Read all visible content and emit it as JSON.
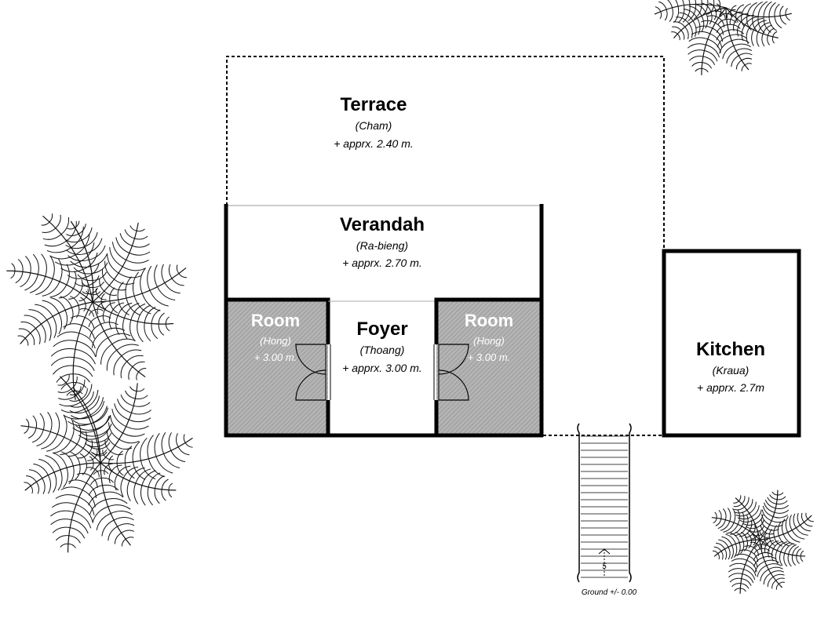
{
  "terrace": {
    "title": "Terrace",
    "local_name": "(Cham)",
    "elevation": "+ apprx. 2.40 m."
  },
  "verandah": {
    "title": "Verandah",
    "local_name": "(Ra-bieng)",
    "elevation": "+ apprx. 2.70 m."
  },
  "room_left": {
    "title": "Room",
    "local_name": "(Hong)",
    "elevation": "+ 3.00 m."
  },
  "foyer": {
    "title": "Foyer",
    "local_name": "(Thoang)",
    "elevation": "+ apprx. 3.00 m."
  },
  "room_right": {
    "title": "Room",
    "local_name": "(Hong)",
    "elevation": "+ 3.00 m."
  },
  "kitchen": {
    "title": "Kitchen",
    "local_name": "(Kraua)",
    "elevation": "+ apprx. 2.7m"
  },
  "stairs": {
    "step_number": "5",
    "ground_label": "Ground +/- 0.00"
  },
  "colors": {
    "wall": "#000000",
    "room_fill": "#a8a8a8",
    "background": "#ffffff"
  },
  "decorations": [
    "palm-tree",
    "palm-tree",
    "palm-tree",
    "palm-tree"
  ]
}
